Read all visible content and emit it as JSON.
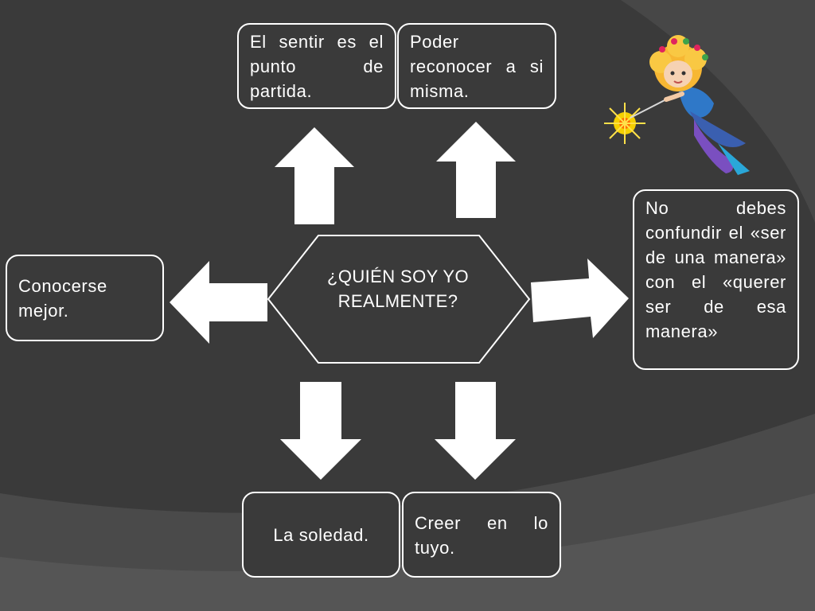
{
  "center": {
    "title": "¿QUIÉN SOY YO REALMENTE?"
  },
  "boxes": {
    "top_left": "El sentir es el punto de partida.",
    "top_right": "Poder reconocer a si misma.",
    "left": "Conocerse mejor.",
    "right": "No debes confundir el «ser de una manera» con el «querer ser de esa manera»",
    "bottom_left": "La soledad.",
    "bottom_right": "Creer en lo tuyo."
  },
  "colors": {
    "background": "#3a3a3a",
    "foreground": "#ffffff"
  },
  "decoration": {
    "icon": "fairy-with-wand-icon"
  }
}
